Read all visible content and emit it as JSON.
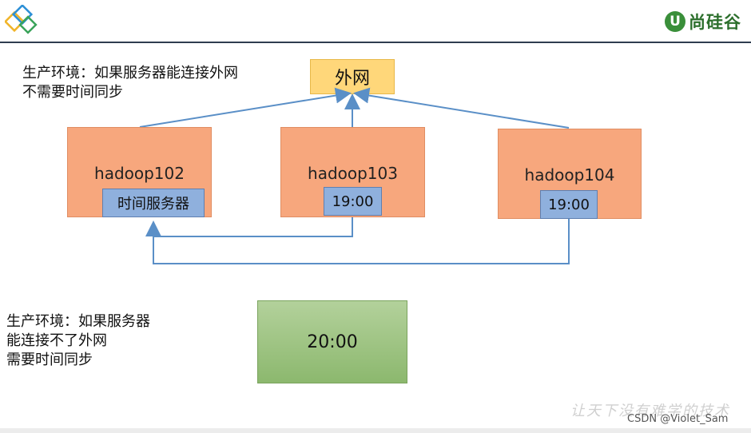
{
  "header": {
    "brand_badge": "U",
    "brand_name": "尚硅谷"
  },
  "notes": {
    "top_line1": "生产环境：如果服务器能连接外网",
    "top_line2": "不需要时间同步",
    "bottom_line1": "生产环境：如果服务器",
    "bottom_line2": "能连接不了外网",
    "bottom_line3": "需要时间同步"
  },
  "nodes": {
    "internet": "外网",
    "hadoop102": "hadoop102",
    "hadoop102_tag": "时间服务器",
    "hadoop103": "hadoop103",
    "hadoop103_tag": "19:00",
    "hadoop104": "hadoop104",
    "hadoop104_tag": "19:00",
    "local_time": "20:00"
  },
  "footer": {
    "watermark": "让天下没有难学的技术",
    "credit": "CSDN @Violet_Sam"
  },
  "colors": {
    "server": "#f7a77d",
    "tag": "#8fb0dd",
    "internet": "#ffd77a",
    "local": "#9cc37f",
    "arrow": "#5a8fc7"
  }
}
